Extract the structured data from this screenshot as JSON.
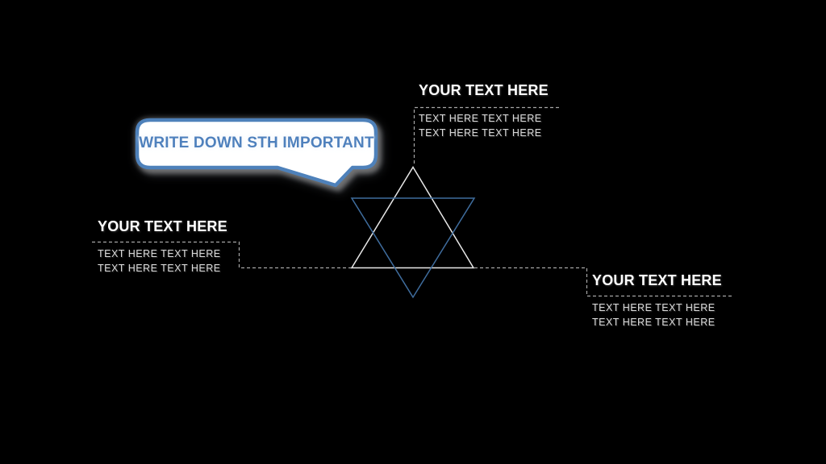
{
  "slide": {
    "callout": {
      "text": "WRITE DOWN STH IMPORTANT",
      "fill": "#ffffff",
      "border_color": "#4e81ba",
      "text_color": "#4f81bd"
    },
    "star": {
      "up_triangle_color": "#e8e8e8",
      "down_triangle_color": "#3f6d9e"
    },
    "connectors": {
      "color": "#a6a6a6",
      "style": "dashed"
    },
    "blocks": {
      "top": {
        "heading": "YOUR TEXT HERE",
        "line1": "TEXT HERE TEXT HERE",
        "line2": "TEXT HERE TEXT HERE"
      },
      "left": {
        "heading": "YOUR TEXT HERE",
        "line1": "TEXT HERE TEXT HERE",
        "line2": "TEXT HERE TEXT HERE"
      },
      "right": {
        "heading": "YOUR TEXT HERE",
        "line1": "TEXT HERE TEXT HERE",
        "line2": "TEXT HERE TEXT HERE"
      }
    }
  }
}
